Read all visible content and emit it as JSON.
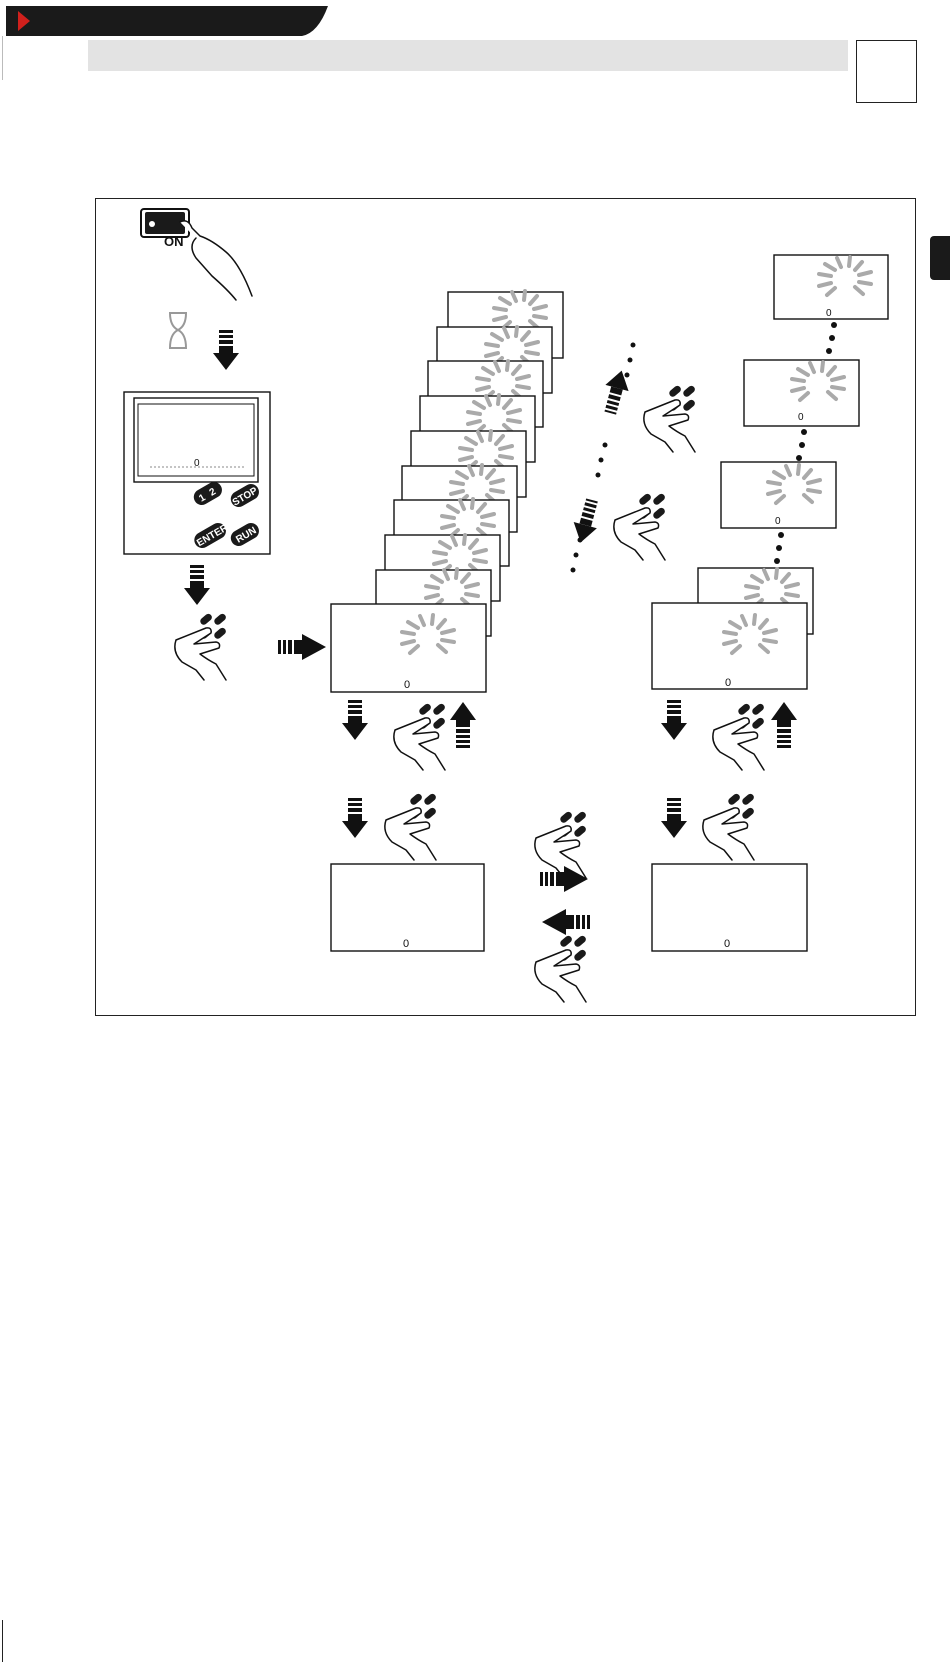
{
  "header": {
    "accent_color": "#d0201c",
    "bar_color": "#1a1a1a",
    "band_color": "#e3e3e3"
  },
  "power_switch": {
    "label": "ON",
    "icon": "power-switch-icon"
  },
  "keypad": {
    "keys": [
      "1",
      "2",
      "STOP",
      "ENTER",
      "RUN"
    ],
    "icon": "keypad-icon"
  },
  "display_marker": "0",
  "blink_color": "#aaaaaa",
  "icons": [
    "hand-press-icon",
    "hourglass-icon",
    "arrow-icon",
    "blink-indicator-icon"
  ]
}
